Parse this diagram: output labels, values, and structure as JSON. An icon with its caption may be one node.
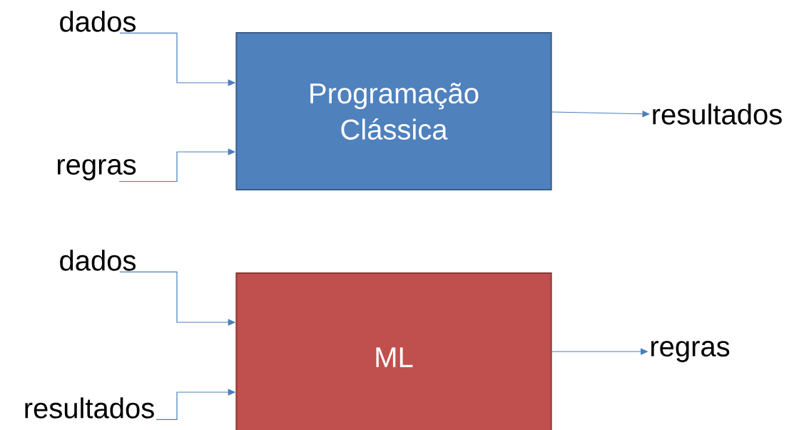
{
  "diagram": {
    "nodes": [
      {
        "text": [
          "dados"
        ]
      },
      {
        "text": [
          "regras"
        ]
      },
      {
        "text": [
          "Programação Clássica"
        ]
      },
      {
        "text": [
          "resultados"
        ]
      },
      {
        "text": [
          "dados"
        ]
      },
      {
        "text": [
          "resultados"
        ]
      },
      {
        "text": [
          "ML"
        ]
      },
      {
        "text": [
          "regras"
        ]
      }
    ],
    "edges": [
      {
        "from": 0,
        "to": 2,
        "arrow": "to"
      },
      {
        "from": 1,
        "to": 2,
        "arrow": "to"
      },
      {
        "from": 2,
        "to": 3,
        "arrow": "to"
      },
      {
        "from": 4,
        "to": 6,
        "arrow": "to"
      },
      {
        "from": 5,
        "to": 6,
        "arrow": "to"
      },
      {
        "from": 6,
        "to": 7,
        "arrow": "to"
      }
    ]
  }
}
